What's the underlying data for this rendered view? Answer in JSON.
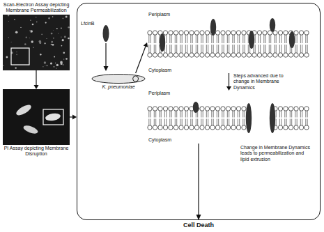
{
  "diagram": {
    "nodes": [
      {
        "text": [
          "Scan-Electron Assay depicting Membrane Permeabilization"
        ]
      },
      {
        "text": [
          "PI Assay depicting Membrane Disruption"
        ]
      },
      {
        "text": [
          "Cell Death"
        ]
      },
      {
        "text": [
          "K. pneumoniae"
        ],
        "in": 2
      },
      {
        "text": [
          "Periplasm",
          "Cytoplasm"
        ],
        "in": 2
      },
      {
        "text": [
          "Periplasm",
          "Cytoplasm"
        ],
        "in": 2
      }
    ],
    "edges": [
      {
        "from": 0,
        "to": 1,
        "arrow": "to"
      },
      {
        "from": 1,
        "to": 2,
        "arrow": "to"
      },
      {
        "from": 3,
        "to": 4,
        "arrow": "to"
      },
      {
        "from": 4,
        "to": 5,
        "arrow": "to"
      }
    ],
    "labels": [
      "LfcinB",
      "Steps advanced due to change in Membrane Dynamics",
      "Change in Membrane Dynamics leads to permeabilization and lipid extrusion"
    ]
  }
}
